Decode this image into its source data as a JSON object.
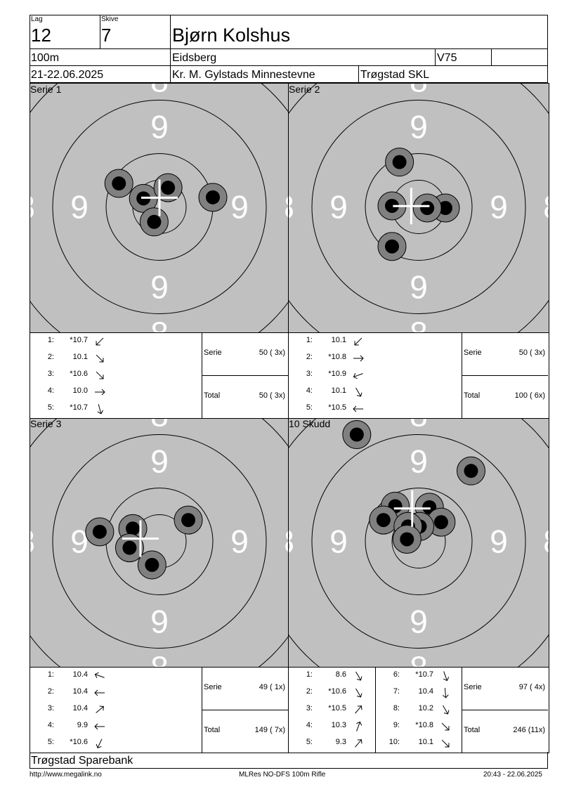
{
  "header": {
    "lag_label": "Lag",
    "lag_value": "12",
    "skive_label": "Skive",
    "skive_value": "7",
    "shooter_name": "Bjørn Kolshus",
    "distance": "100m",
    "club": "Eidsberg",
    "class": "V75",
    "date": "21-22.06.2025",
    "event": "Kr. M. Gylstads Minnestevne",
    "organizer": "Trøgstad SKL"
  },
  "ring_numbers": {
    "inner": "9",
    "outer": "8"
  },
  "panels": [
    {
      "title": "Serie 1",
      "shots_on_target": [
        [
          -0.38,
          -0.22
        ],
        [
          -0.15,
          -0.08
        ],
        [
          0.08,
          -0.18
        ],
        [
          0.5,
          -0.09
        ],
        [
          -0.05,
          0.14
        ]
      ],
      "shots": [
        {
          "n": "1:",
          "v": "*10.7",
          "dir": 225
        },
        {
          "n": "2:",
          "v": "10.1",
          "dir": 315
        },
        {
          "n": "3:",
          "v": "*10.6",
          "dir": 315
        },
        {
          "n": "4:",
          "v": "10.0",
          "dir": 0
        },
        {
          "n": "5:",
          "v": "*10.7",
          "dir": 285
        }
      ],
      "serie_label": "Serie",
      "serie_value": "50 ( 3x)",
      "total_label": "Total",
      "total_value": "50 ( 3x)"
    },
    {
      "title": "Serie 2",
      "shots_on_target": [
        [
          -0.18,
          -0.42
        ],
        [
          -0.25,
          -0.01
        ],
        [
          0.25,
          0.01
        ],
        [
          0.08,
          0.01
        ],
        [
          -0.25,
          0.37
        ]
      ],
      "shots": [
        {
          "n": "1:",
          "v": "10.1",
          "dir": 225
        },
        {
          "n": "2:",
          "v": "*10.8",
          "dir": 0
        },
        {
          "n": "3:",
          "v": "*10.9",
          "dir": 200
        },
        {
          "n": "4:",
          "v": "10.1",
          "dir": 300
        },
        {
          "n": "5:",
          "v": "*10.5",
          "dir": 180
        }
      ],
      "serie_label": "Serie",
      "serie_value": "50 ( 3x)",
      "total_label": "Total",
      "total_value": "100 ( 6x)"
    },
    {
      "title": "Serie 3",
      "shots_on_target": [
        [
          0.27,
          -0.2
        ],
        [
          -0.25,
          -0.12
        ],
        [
          -0.56,
          -0.09
        ],
        [
          -0.28,
          0.06
        ],
        [
          -0.07,
          0.22
        ]
      ],
      "shots": [
        {
          "n": "1:",
          "v": "10.4",
          "dir": 160
        },
        {
          "n": "2:",
          "v": "10.4",
          "dir": 180
        },
        {
          "n": "3:",
          "v": "10.4",
          "dir": 40
        },
        {
          "n": "4:",
          "v": "9.9",
          "dir": 180
        },
        {
          "n": "5:",
          "v": "*10.6",
          "dir": 245
        }
      ],
      "serie_label": "Serie",
      "serie_value": "49 ( 1x)",
      "total_label": "Total",
      "total_value": "149 ( 7x)"
    },
    {
      "title": "10 Skudd",
      "shots_on_target": [
        [
          -0.58,
          -1.0
        ],
        [
          0.49,
          -0.66
        ],
        [
          -0.22,
          -0.33
        ],
        [
          0.1,
          -0.32
        ],
        [
          -0.33,
          -0.2
        ],
        [
          0.21,
          -0.18
        ],
        [
          -0.08,
          -0.09
        ],
        [
          0.01,
          -0.14
        ],
        [
          -0.1,
          -0.14
        ],
        [
          -0.11,
          -0.02
        ]
      ],
      "shots_col1": [
        {
          "n": "1:",
          "v": "8.6",
          "dir": 300
        },
        {
          "n": "2:",
          "v": "*10.6",
          "dir": 300
        },
        {
          "n": "3:",
          "v": "*10.5",
          "dir": 50
        },
        {
          "n": "4:",
          "v": "10.3",
          "dir": 70
        },
        {
          "n": "5:",
          "v": "9.3",
          "dir": 50
        }
      ],
      "shots_col2": [
        {
          "n": "6:",
          "v": "*10.7",
          "dir": 290
        },
        {
          "n": "7:",
          "v": "10.4",
          "dir": 275
        },
        {
          "n": "8:",
          "v": "10.2",
          "dir": 300
        },
        {
          "n": "9:",
          "v": "*10.8",
          "dir": 315
        },
        {
          "n": "10:",
          "v": "10.1",
          "dir": 315
        }
      ],
      "serie_label": "Serie",
      "serie_value": "97 ( 4x)",
      "total_label": "Total",
      "total_value": "246 (11x)"
    }
  ],
  "footer": {
    "sponsor": "Trøgstad Sparebank",
    "url": "http://www.megalink.no",
    "software": "MLRes NO-DFS 100m Rifle",
    "timestamp": "20:43 - 22.06.2025"
  },
  "colors": {
    "target_bg": "#c0c0c0",
    "shot_outer": "#808080",
    "shot_inner": "#000000",
    "ring_number": "#ffffff"
  }
}
